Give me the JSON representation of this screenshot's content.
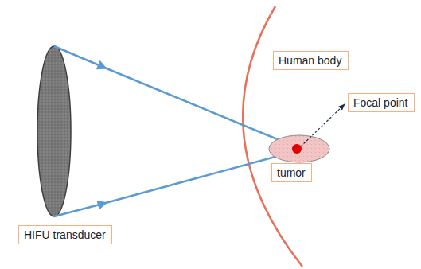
{
  "diagram": {
    "nodes": [
      {
        "text": [
          "Human body"
        ]
      },
      {
        "text": [
          "Focal point"
        ]
      },
      {
        "text": [
          "tumor"
        ]
      },
      {
        "text": [
          "HIFU transducer"
        ]
      }
    ]
  }
}
